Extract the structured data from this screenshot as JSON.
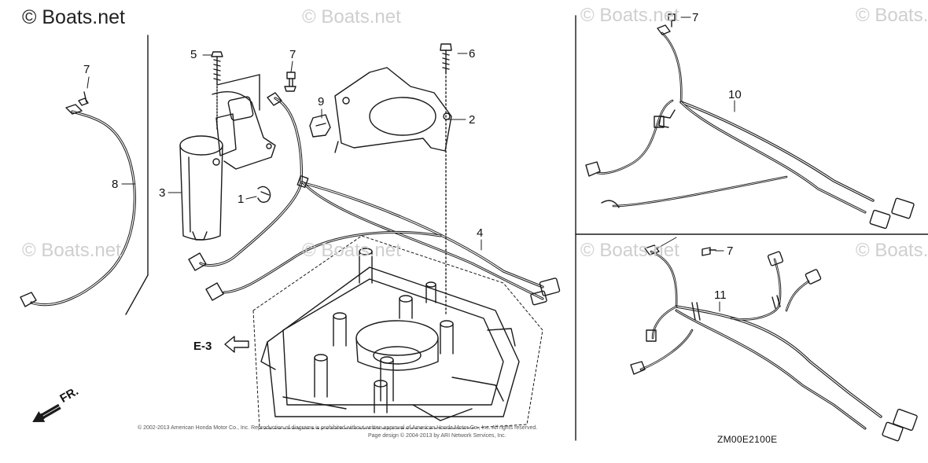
{
  "watermark": {
    "primary": "© Boats.net",
    "repeat": "© Boats.net"
  },
  "callouts": {
    "c1": "1",
    "c2": "2",
    "c3": "3",
    "c4": "4",
    "c5": "5",
    "c6": "6",
    "c7a": "7",
    "c7b": "7",
    "c7c": "7",
    "c7d": "7",
    "c8": "8",
    "c9": "9",
    "c10": "10",
    "c11": "11"
  },
  "reference": {
    "label": "E-3"
  },
  "direction": {
    "label": "FR."
  },
  "diagram_code": "ZM00E2100E",
  "copyright": {
    "line1": "© 2002-2013 American Honda Motor Co., Inc. Reproduction of diagrams is prohibited without written approval of American Honda Motor Co., Inc. All rights reserved.",
    "line2": "Page design © 2004-2013 by ARI Network Services, Inc."
  },
  "colors": {
    "line": "#1a1a1a",
    "watermark": "#cfcfcf"
  }
}
